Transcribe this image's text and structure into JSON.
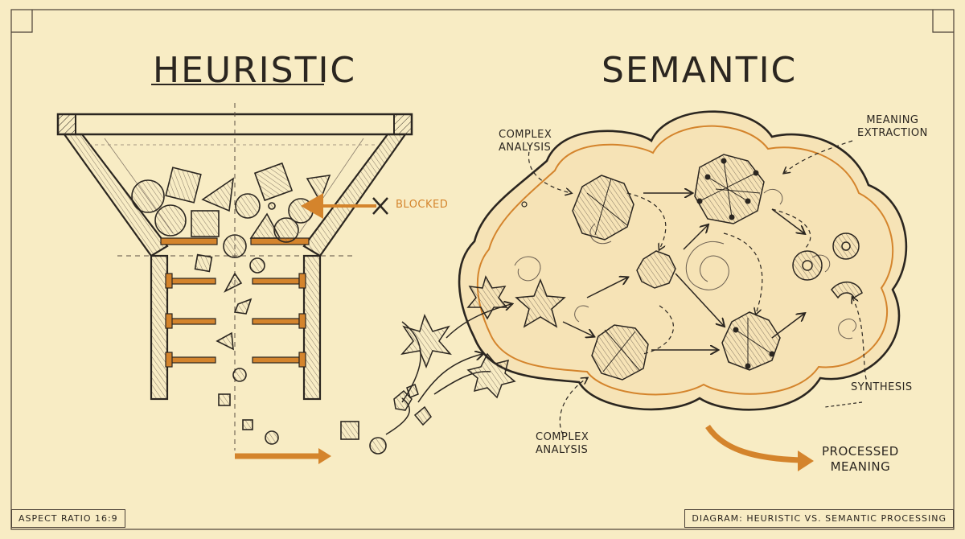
{
  "titles": {
    "left": "HEURISTIC",
    "right": "SEMANTIC"
  },
  "labels": {
    "blocked": "BLOCKED",
    "complex_analysis_top_l1": "COMPLEX",
    "complex_analysis_top_l2": "ANALYSIS",
    "complex_analysis_bottom_l1": "COMPLEX",
    "complex_analysis_bottom_l2": "ANALYSIS",
    "meaning_extraction_l1": "MEANING",
    "meaning_extraction_l2": "EXTRACTION",
    "synthesis": "SYNTHESIS",
    "processed_meaning_l1": "PROCESSED",
    "processed_meaning_l2": "MEANING"
  },
  "footer": {
    "left": "ASPECT RATIO 16:9",
    "right": "DIAGRAM: HEURISTIC VS. SEMANTIC PROCESSING"
  },
  "colors": {
    "paper": "#f8ecc4",
    "ink": "#2b2620",
    "accent": "#d4842c"
  }
}
